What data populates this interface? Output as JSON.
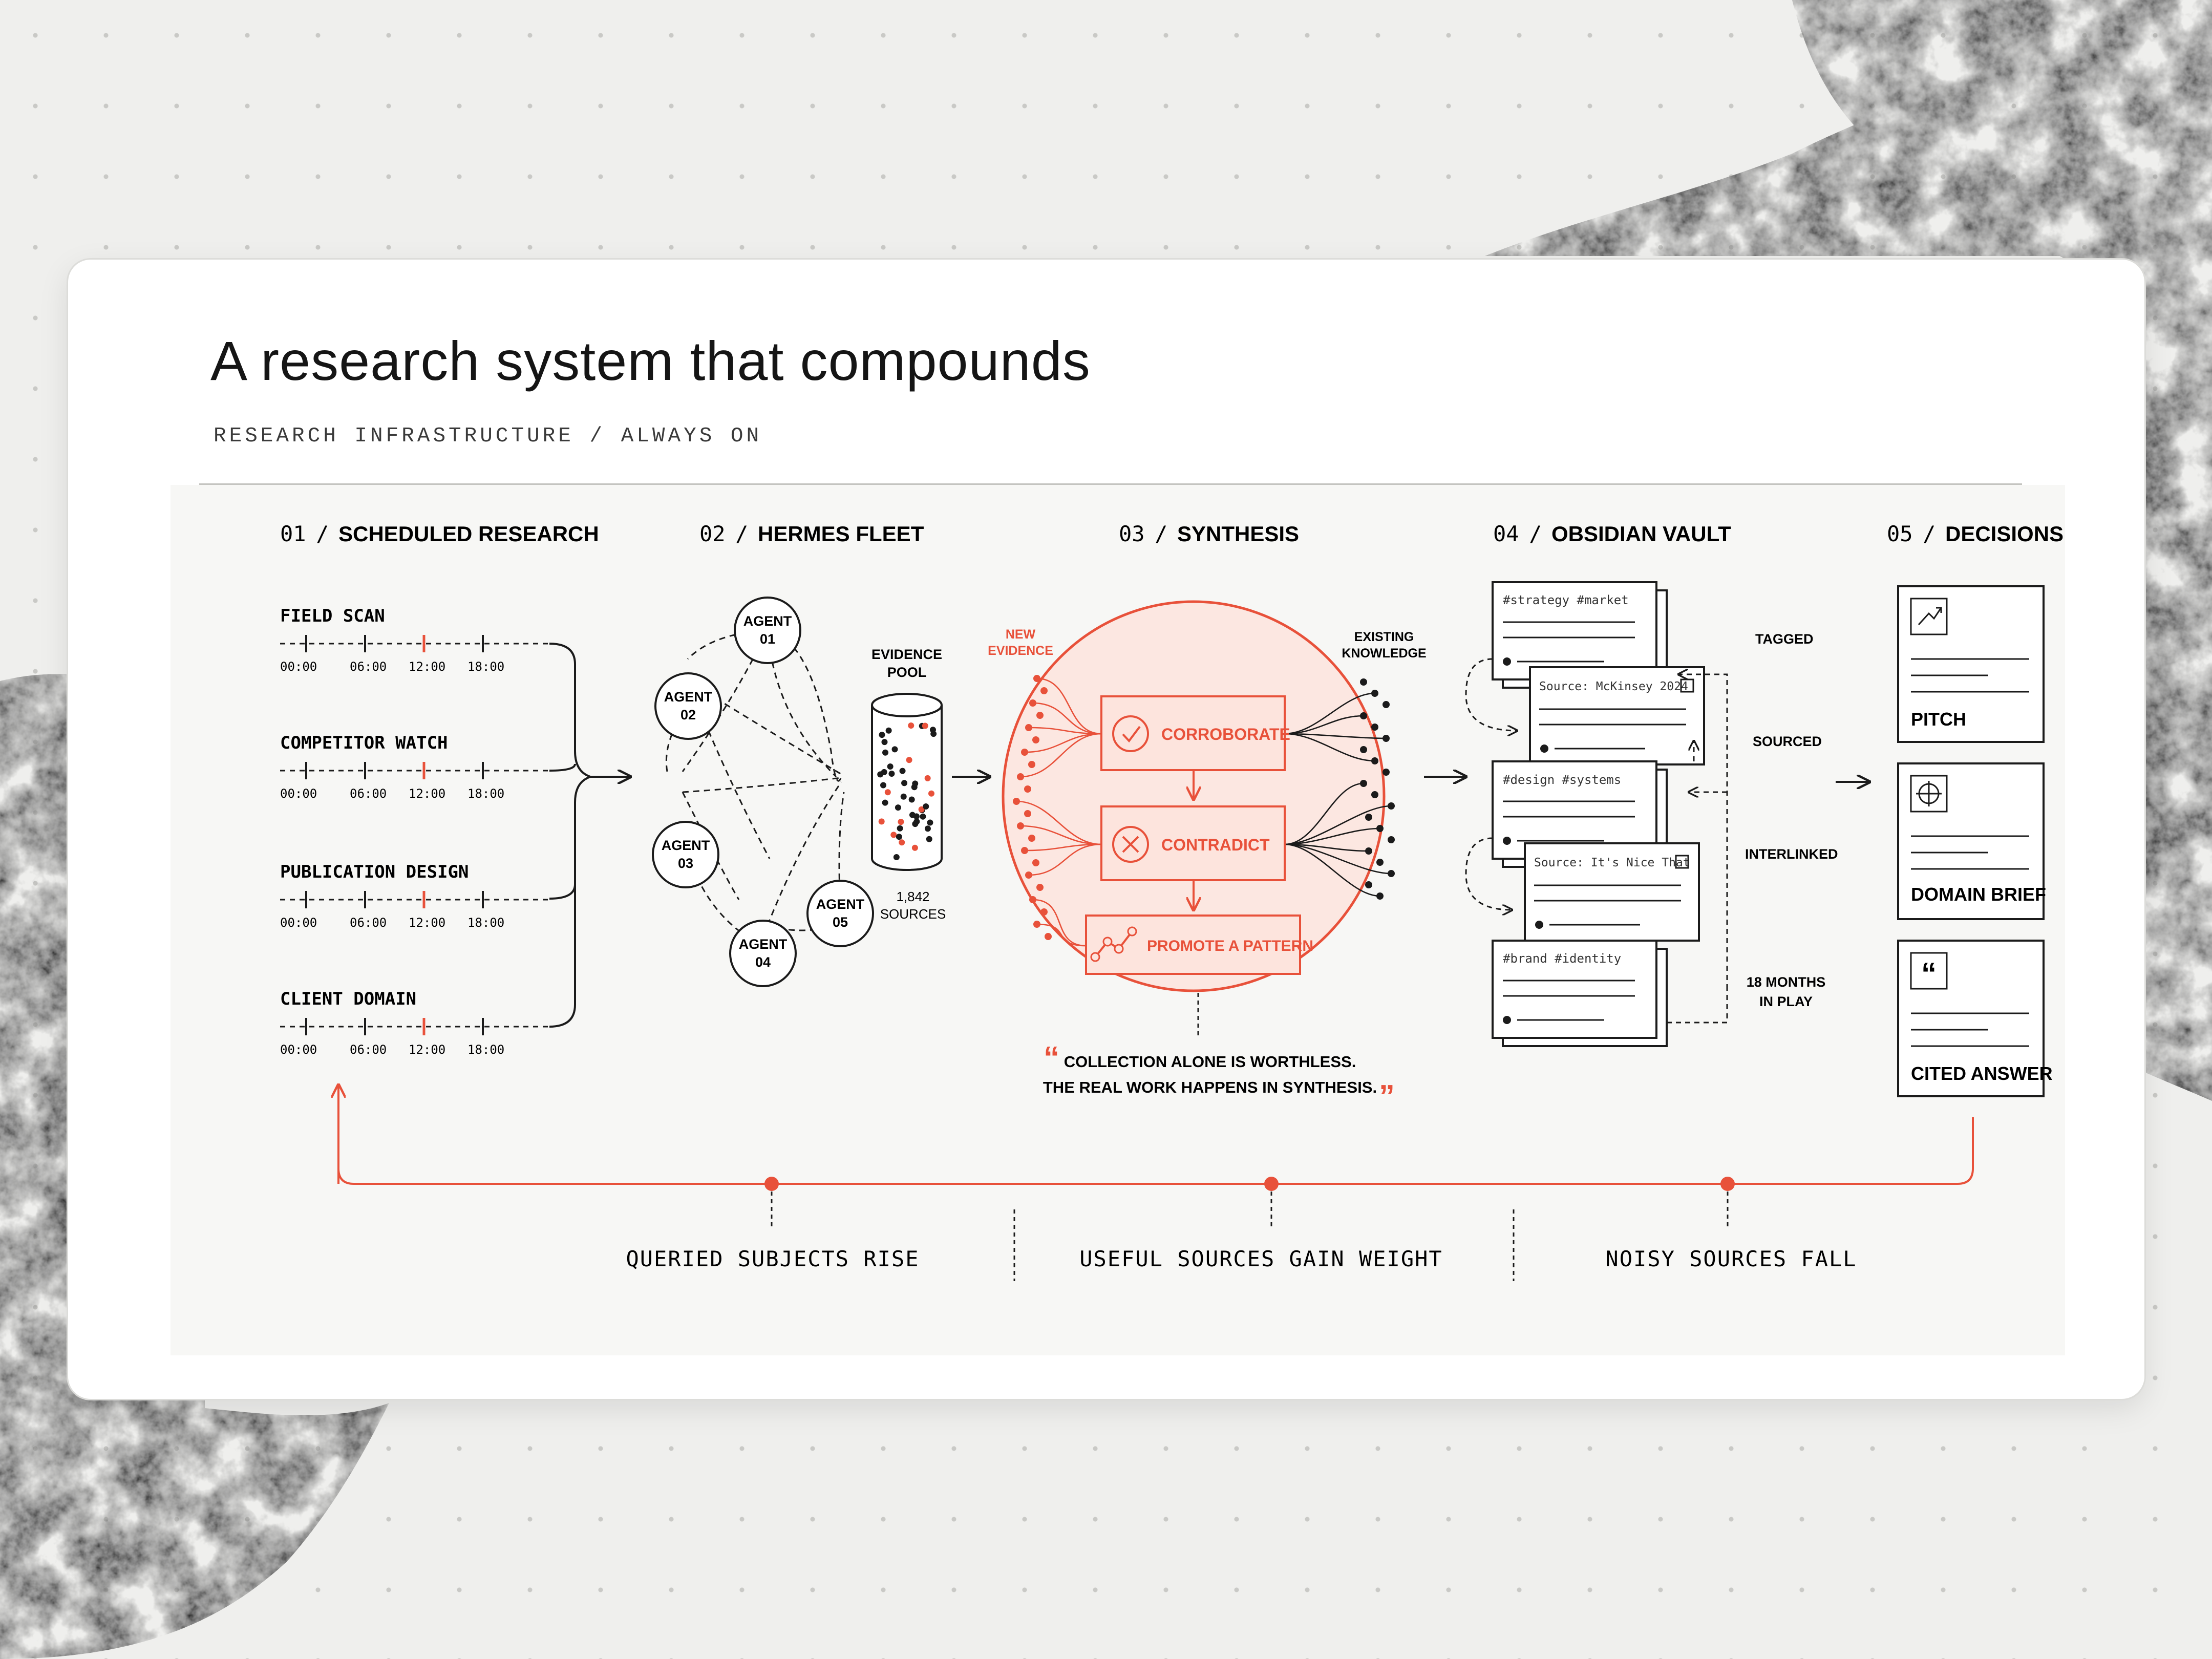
{
  "title": "A research system that compounds",
  "subtitle": "RESEARCH INFRASTRUCTURE / ALWAYS ON",
  "colors": {
    "accent": "#e8513a",
    "ink": "#1b1b1b",
    "card": "#ffffff",
    "page": "#efefed"
  },
  "stages": [
    {
      "num": "01",
      "sep": "/",
      "label": "SCHEDULED RESEARCH"
    },
    {
      "num": "02",
      "sep": "/",
      "label": "HERMES FLEET"
    },
    {
      "num": "03",
      "sep": "/",
      "label": "SYNTHESIS"
    },
    {
      "num": "04",
      "sep": "/",
      "label": "OBSIDIAN VAULT"
    },
    {
      "num": "05",
      "sep": "/",
      "label": "DECISIONS"
    }
  ],
  "schedules": [
    {
      "label": "FIELD SCAN"
    },
    {
      "label": "COMPETITOR WATCH"
    },
    {
      "label": "PUBLICATION DESIGN"
    },
    {
      "label": "CLIENT DOMAIN"
    }
  ],
  "times": [
    "00:00",
    "06:00",
    "12:00",
    "18:00"
  ],
  "agents": [
    {
      "line1": "AGENT",
      "line2": "01"
    },
    {
      "line1": "AGENT",
      "line2": "02"
    },
    {
      "line1": "AGENT",
      "line2": "03"
    },
    {
      "line1": "AGENT",
      "line2": "04"
    },
    {
      "line1": "AGENT",
      "line2": "05"
    }
  ],
  "pool": {
    "label_1": "EVIDENCE",
    "label_2": "POOL",
    "count": "1,842",
    "unit": "SOURCES"
  },
  "synthesis": {
    "new_1": "NEW",
    "new_2": "EVIDENCE",
    "existing_1": "EXISTING",
    "existing_2": "KNOWLEDGE",
    "corroborate": "CORROBORATE",
    "contradict": "CONTRADICT",
    "promote": "PROMOTE A PATTERN",
    "quote_1": "COLLECTION ALONE IS WORTHLESS.",
    "quote_2": "THE REAL WORK HAPPENS IN SYNTHESIS.",
    "open_quote": "“",
    "close_quote": "”"
  },
  "vault": {
    "notes": [
      "#strategy  #market",
      "Source: McKinsey 2024",
      "#design  #systems",
      "Source: It's Nice That",
      "#brand  #identity"
    ],
    "tags": [
      "TAGGED",
      "SOURCED",
      "INTERLINKED"
    ],
    "months_1": "18 MONTHS",
    "months_2": "IN PLAY"
  },
  "decisions": [
    {
      "label": "PITCH",
      "icon": "trend-chart-icon"
    },
    {
      "label": "DOMAIN BRIEF",
      "icon": "crosshair-icon"
    },
    {
      "label": "CITED ANSWER",
      "icon": "quote-icon"
    }
  ],
  "feedback": [
    "QUERIED SUBJECTS RISE",
    "USEFUL SOURCES GAIN WEIGHT",
    "NOISY SOURCES FALL"
  ]
}
